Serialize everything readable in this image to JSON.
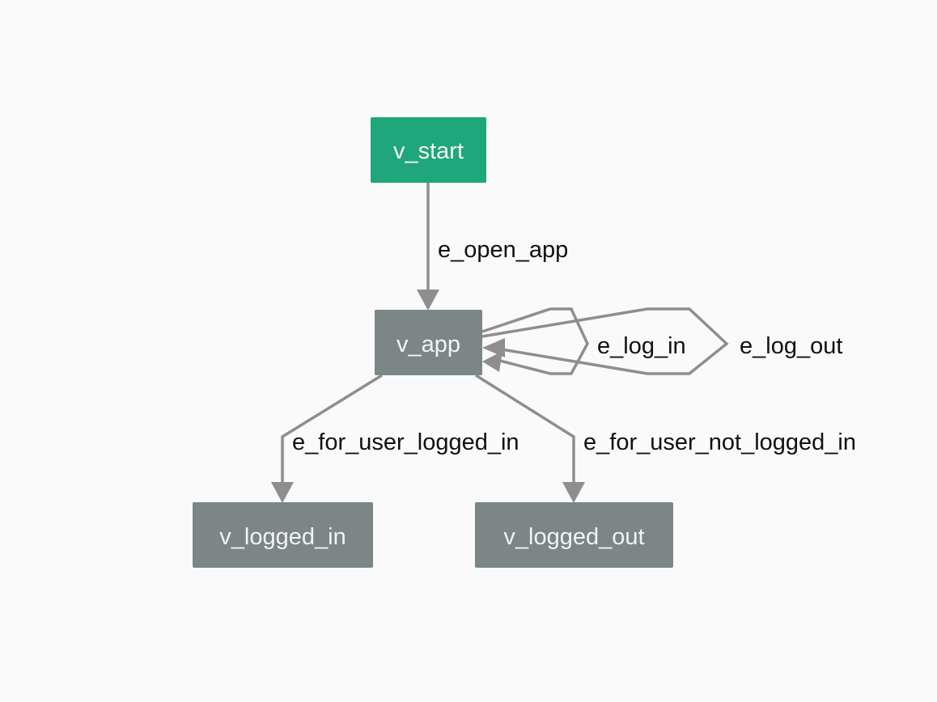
{
  "colors": {
    "background": "#fafafa",
    "start_node": "#1fa67a",
    "node": "#7b8686",
    "node_text": "#f2f4f4",
    "edge": "#8e8e8e",
    "edge_text": "#111111"
  },
  "nodes": {
    "start": {
      "label": "v_start",
      "kind": "start"
    },
    "app": {
      "label": "v_app",
      "kind": "vertex"
    },
    "logged_in": {
      "label": "v_logged_in",
      "kind": "vertex"
    },
    "logged_out": {
      "label": "v_logged_out",
      "kind": "vertex"
    }
  },
  "edges": {
    "open_app": {
      "label": "e_open_app",
      "from": "v_start",
      "to": "v_app"
    },
    "log_in": {
      "label": "e_log_in",
      "from": "v_app",
      "to": "v_app"
    },
    "log_out": {
      "label": "e_log_out",
      "from": "v_app",
      "to": "v_app"
    },
    "for_user_logged_in": {
      "label": "e_for_user_logged_in",
      "from": "v_app",
      "to": "v_logged_in"
    },
    "for_user_not_logged_in": {
      "label": "e_for_user_not_logged_in",
      "from": "v_app",
      "to": "v_logged_out"
    }
  }
}
